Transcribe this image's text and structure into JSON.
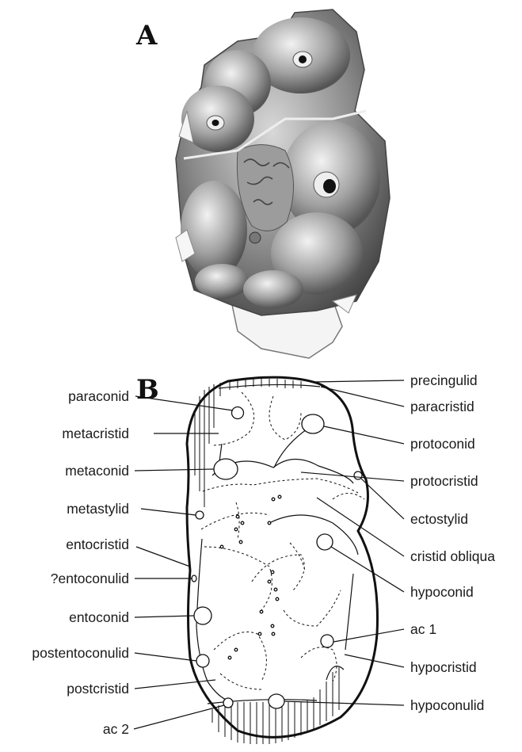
{
  "panels": {
    "a": "A",
    "b": "B"
  },
  "labels_left": [
    "paraconid",
    "metacristid",
    "metaconid",
    "metastylid",
    "entocristid",
    "?entoconulid",
    "entoconid",
    "postentoconulid",
    "postcristid",
    "ac 2"
  ],
  "labels_right": [
    "precingulid",
    "paracristid",
    "protoconid",
    "protocristid",
    "ectostylid",
    "cristid obliqua",
    "hypoconid",
    "ac 1",
    "hypocristid",
    "hypoconulid"
  ]
}
